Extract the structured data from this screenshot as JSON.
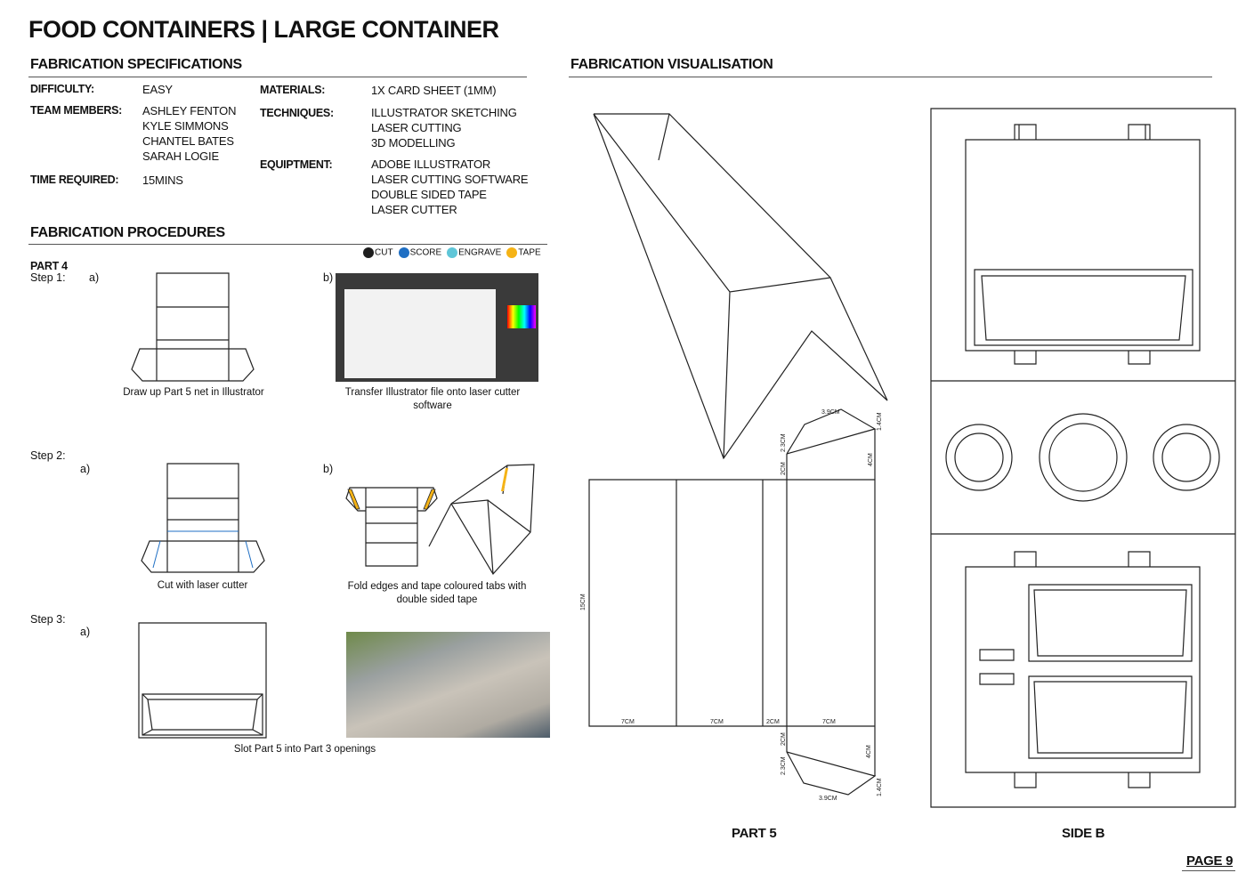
{
  "title": "FOOD CONTAINERS | LARGE CONTAINER",
  "specs": {
    "heading": "FABRICATION SPECIFICATIONS",
    "difficulty_label": "DIFFICULTY:",
    "difficulty": "EASY",
    "team_label": "TEAM MEMBERS:",
    "team": [
      "ASHLEY FENTON",
      "KYLE SIMMONS",
      "CHANTEL BATES",
      "SARAH LOGIE"
    ],
    "time_label": "TIME REQUIRED:",
    "time": "15MINS",
    "materials_label": "MATERIALS:",
    "materials": "1X CARD SHEET (1MM)",
    "techniques_label": "TECHNIQUES:",
    "techniques": [
      "ILLUSTRATOR SKETCHING",
      "LASER CUTTING",
      "3D MODELLING"
    ],
    "equipment_label": "EQUIPTMENT:",
    "equipment": [
      "ADOBE ILLUSTRATOR",
      "LASER CUTTING SOFTWARE",
      "DOUBLE SIDED TAPE",
      "LASER CUTTER"
    ]
  },
  "procedures": {
    "heading": "FABRICATION PROCEDURES",
    "legend": [
      {
        "label": "CUT",
        "color": "#1e1e1e"
      },
      {
        "label": "SCORE",
        "color": "#1f6fc4"
      },
      {
        "label": "ENGRAVE",
        "color": "#5fc6d8"
      },
      {
        "label": "TAPE",
        "color": "#f5b316"
      }
    ],
    "part": "PART 4",
    "step1": "Step 1:",
    "step2": "Step 2:",
    "step3": "Step 3:",
    "a": "a)",
    "b": "b)",
    "cap1a": "Draw up Part 5 net in Illustrator",
    "cap1b": "Transfer Illustrator file onto laser cutter software",
    "cap2a": "Cut with laser cutter",
    "cap2b": "Fold edges and tape coloured tabs with double sided tape",
    "cap3": "Slot Part 5 into Part 3 openings"
  },
  "visual": {
    "heading": "FABRICATION VISUALISATION",
    "dims": {
      "w7": "7CM",
      "w2": "2CM",
      "h15": "15CM",
      "d39": "3.9CM",
      "d14": "1.4CM",
      "d23": "2.3CM",
      "d4": "4CM",
      "d2": "2CM"
    },
    "part5_label": "PART 5",
    "sideb_label": "SIDE B"
  },
  "page": "PAGE 9"
}
